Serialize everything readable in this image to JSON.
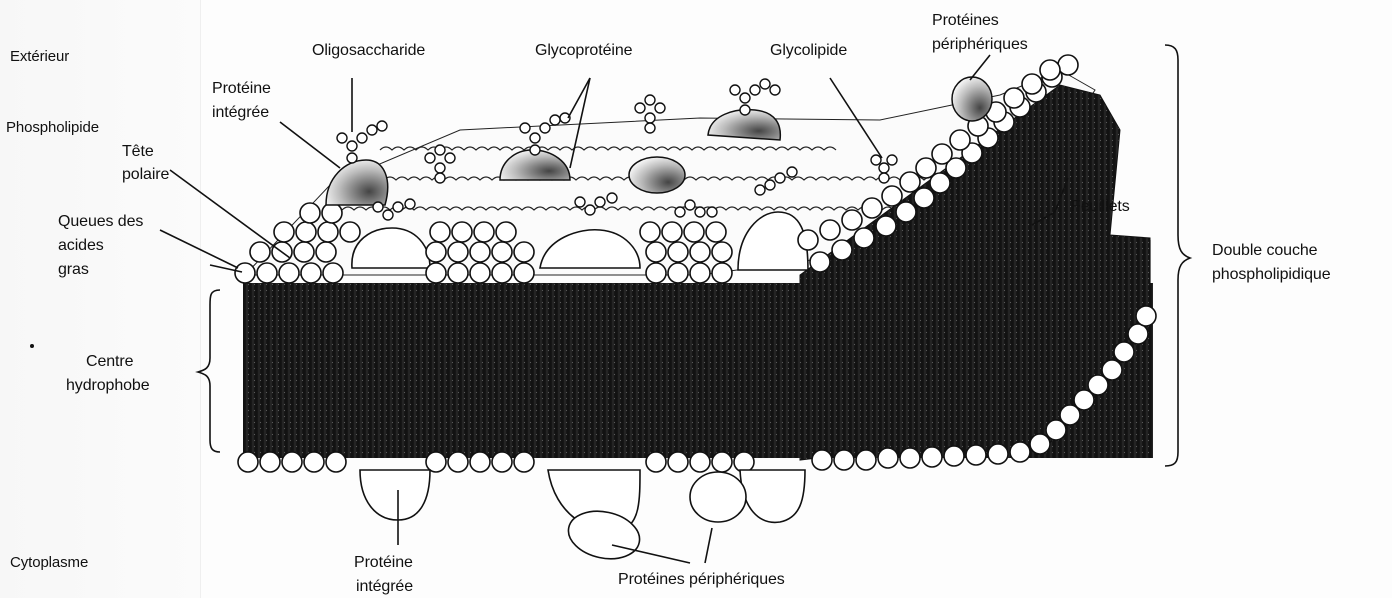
{
  "labels": {
    "exterieur": "Extérieur",
    "cytoplasme": "Cytoplasme",
    "phospholipide": "Phospholipide",
    "tete_line1": "Tête",
    "tete_line2": "polaire",
    "queues_line1": "Queues des",
    "queues_line2": "acides",
    "queues_line3": "gras",
    "centre_line1": "Centre",
    "centre_line2": "hydrophobe",
    "oligosaccharide": "Oligosaccharide",
    "glycoproteine": "Glycoprotéine",
    "glycolipide": "Glycolipide",
    "proteines_peri_top_line1": "Protéines",
    "proteines_peri_top_line2": "périphériques",
    "proteine_integree_top_line1": "Protéine",
    "proteine_integree_top_line2": "intégrée",
    "feuillets": "Feuillets",
    "double_couche_line1": "Double couche",
    "double_couche_line2": "phospholipidique",
    "proteine_integree_bottom_line1": "Protéine",
    "proteine_integree_bottom_line2": "intégrée",
    "proteines_peri_bottom": "Protéines périphériques"
  }
}
